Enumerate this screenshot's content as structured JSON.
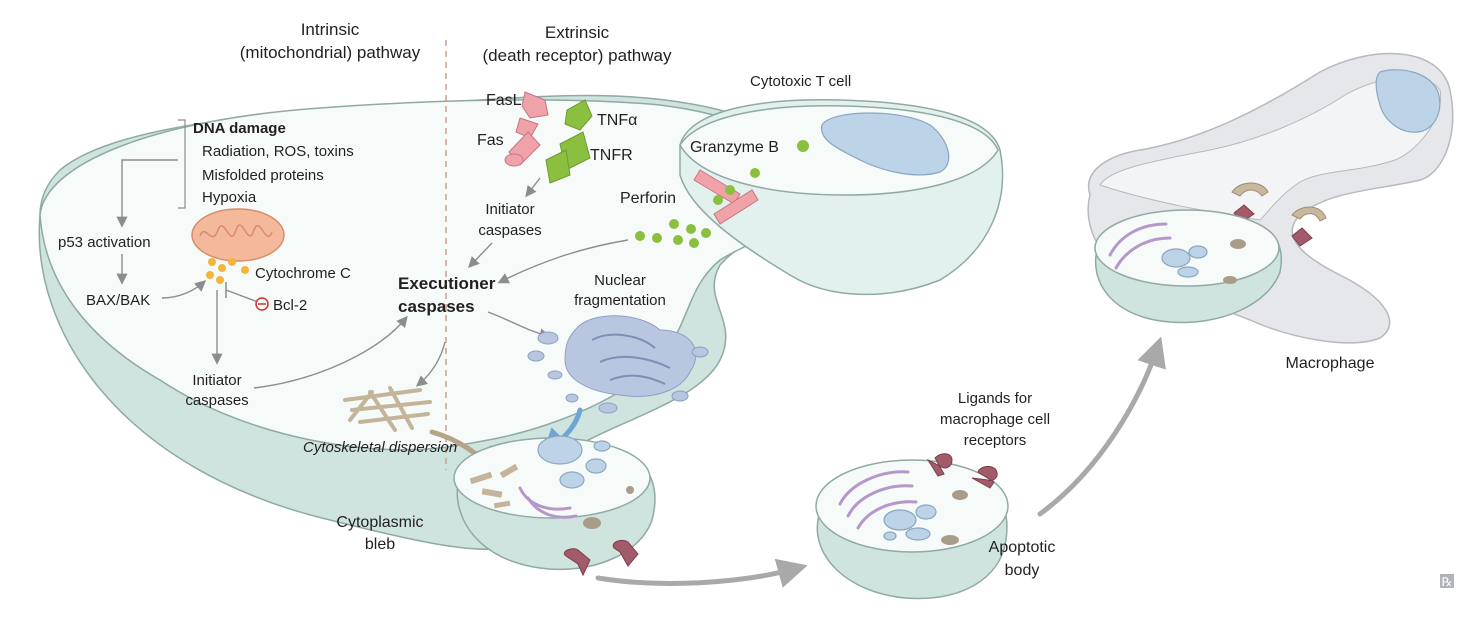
{
  "labels": {
    "intrinsic_title_1": "Intrinsic",
    "intrinsic_title_2": "(mitochondrial) pathway",
    "extrinsic_title_1": "Extrinsic",
    "extrinsic_title_2": "(death receptor) pathway",
    "dna_damage": "DNA damage",
    "radiation": "Radiation, ROS, toxins",
    "misfolded": "Misfolded proteins",
    "hypoxia": "Hypoxia",
    "p53": "p53 activation",
    "bax_bak": "BAX/BAK",
    "cytochrome_c": "Cytochrome C",
    "bcl2": "Bcl-2",
    "initiator_left_1": "Initiator",
    "initiator_left_2": "caspases",
    "fasl": "FasL",
    "fas": "Fas",
    "tnfa": "TNFα",
    "tnfr": "TNFR",
    "initiator_right_1": "Initiator",
    "initiator_right_2": "caspases",
    "executioner_1": "Executioner",
    "executioner_2": "caspases",
    "cytotoxic_t_cell": "Cytotoxic T cell",
    "granzyme_b": "Granzyme B",
    "perforin": "Perforin",
    "nuclear_frag_1": "Nuclear",
    "nuclear_frag_2": "fragmentation",
    "cytoskeletal": "Cytoskeletal dispersion",
    "cytoplasmic_bleb_1": "Cytoplasmic",
    "cytoplasmic_bleb_2": "bleb",
    "ligands_1": "Ligands for",
    "ligands_2": "macrophage cell",
    "ligands_3": "receptors",
    "apoptotic_1": "Apoptotic",
    "apoptotic_2": "body",
    "macrophage": "Macrophage",
    "rx_logo": "℞"
  },
  "colors": {
    "cell": "#e3f1ee",
    "cell_outline": "#8fa9a4",
    "nucleus": "#bcd3e8",
    "green_particles": "#8bbf3f",
    "receptor_pink": "#f0a2a9",
    "ligand": "#a35b6b",
    "arrow_gray": "#8c8c8c",
    "nucleus_arrow": "#6fa4d6",
    "fiber_tan": "#c3b49a"
  }
}
